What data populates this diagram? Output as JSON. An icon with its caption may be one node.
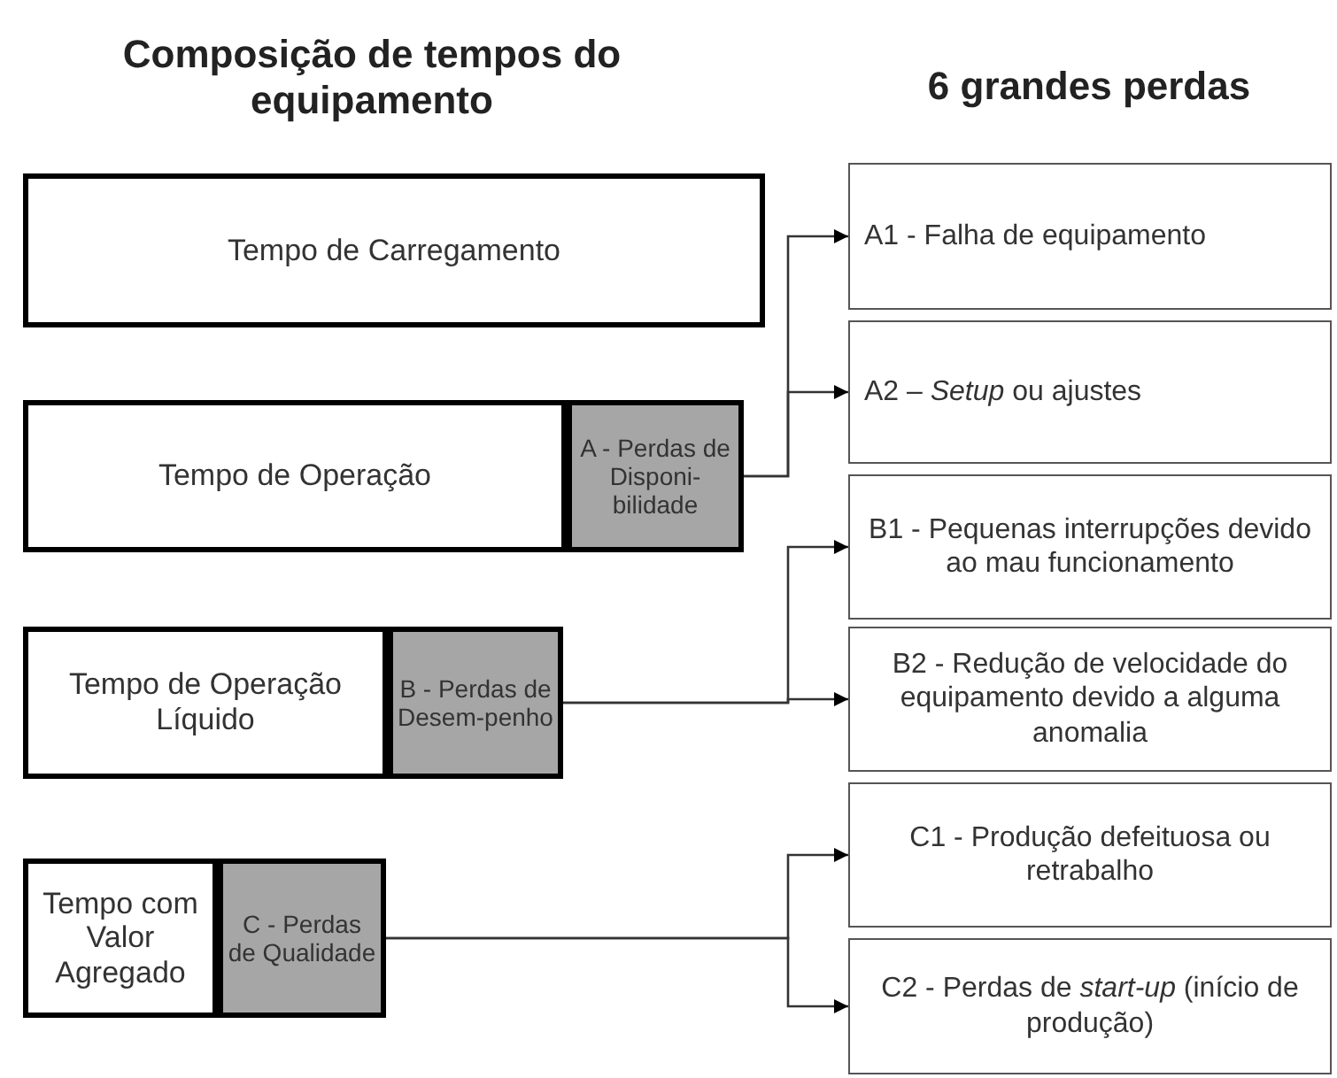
{
  "diagram": {
    "title": "Composição de tempos do equipamento",
    "nodes": [
      {
        "text": [
          "Tempo de Carregamento"
        ]
      },
      {
        "text": [
          "Tempo de Operação"
        ]
      },
      {
        "text": [
          "A - Perdas de Disponi-bilidade"
        ]
      },
      {
        "text": [
          "Tempo de Operação Líquido"
        ]
      },
      {
        "text": [
          "B - Perdas de Desem-penho"
        ]
      },
      {
        "text": [
          "Tempo com Valor Agregado"
        ]
      },
      {
        "text": [
          "C - Perdas de Qualidade"
        ]
      },
      {
        "text": [
          "A1 - Falha de equipamento"
        ]
      },
      {
        "text": [
          "A2 – *Setup* ou ajustes"
        ]
      },
      {
        "text": [
          "B1 - Pequenas interrupções devido ao mau funcionamento"
        ]
      },
      {
        "text": [
          "B2 - Redução de velocidade do equipamento devido a alguma anomalia"
        ]
      },
      {
        "text": [
          "C1 - Produção defeituosa ou retrabalho"
        ]
      },
      {
        "text": [
          "C2 - Perdas de *start-up* (início de produção)"
        ]
      }
    ],
    "edges": [
      {
        "from": 2,
        "to": 7,
        "arrow": "to"
      },
      {
        "from": 2,
        "to": 8,
        "arrow": "to"
      },
      {
        "from": 4,
        "to": 9,
        "arrow": "to"
      },
      {
        "from": 4,
        "to": 10,
        "arrow": "to"
      },
      {
        "from": 6,
        "to": 11,
        "arrow": "to"
      },
      {
        "from": 6,
        "to": 12,
        "arrow": "to"
      }
    ],
    "labels": [
      "6 grandes perdas"
    ]
  }
}
